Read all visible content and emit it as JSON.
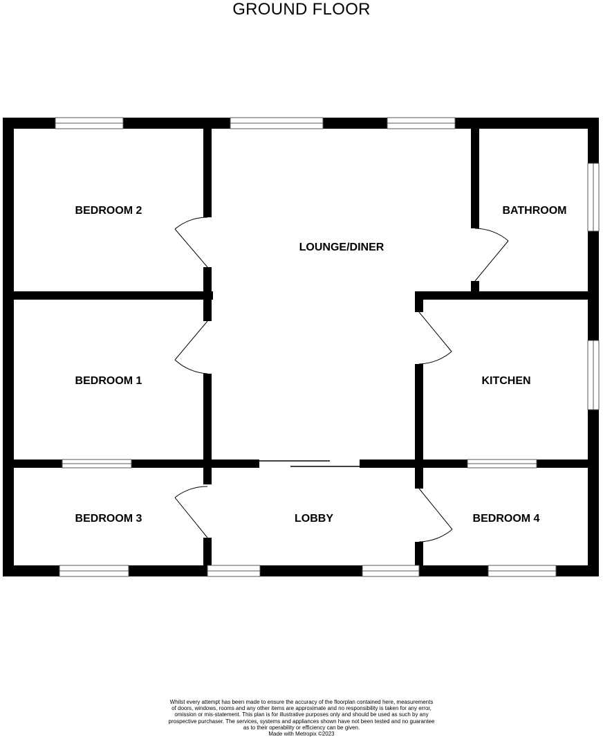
{
  "title": "GROUND FLOOR",
  "rooms": {
    "bedroom2": "BEDROOM 2",
    "lounge": "LOUNGE/DINER",
    "bathroom": "BATHROOM",
    "bedroom1": "BEDROOM 1",
    "kitchen": "KITCHEN",
    "bedroom3": "BEDROOM 3",
    "lobby": "LOBBY",
    "bedroom4": "BEDROOM 4"
  },
  "disclaimer": {
    "lines": [
      "Whilst every attempt has been made to ensure the accuracy of the floorplan contained here, measurements",
      "of doors, windows, rooms and any other items are approximate and no responsibility is taken for any error,",
      "omission or mis-statement. This plan is for illustrative purposes only and should be used as such by any",
      "prospective purchaser. The services, systems and appliances shown have not been tested and no guarantee",
      "as to their operability or efficiency can be given.",
      "Made with Metropix ©2023"
    ]
  },
  "colors": {
    "wall": "#000000",
    "window_frame": "#555555",
    "background": "#ffffff"
  }
}
